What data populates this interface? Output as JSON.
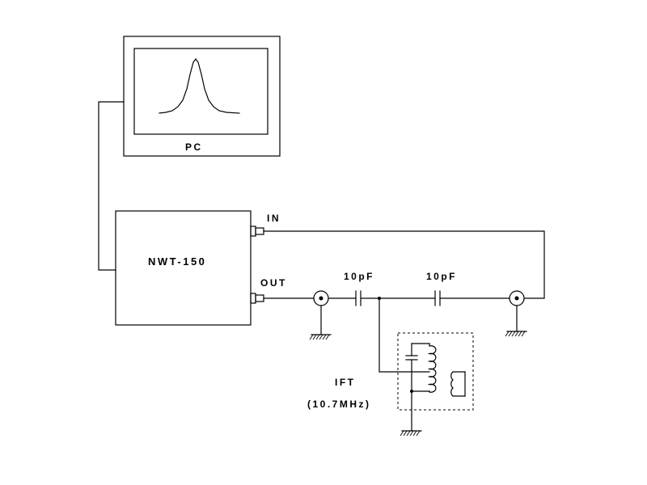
{
  "labels": {
    "pc": "PC",
    "analyzer": "NWT-150",
    "in_port": "IN",
    "out_port": "OUT",
    "cap1": "10pF",
    "cap2": "10pF",
    "ift": "IFT",
    "ift_freq": "(10.7MHz)"
  },
  "colors": {
    "ink": "#000000",
    "background": "#ffffff"
  }
}
